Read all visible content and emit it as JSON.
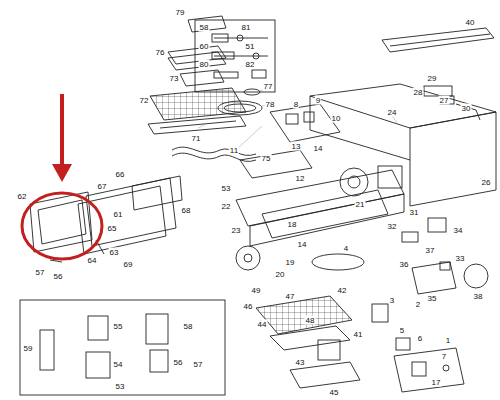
{
  "diagram": {
    "labels": [
      "79",
      "58",
      "81",
      "60",
      "51",
      "80",
      "82",
      "76",
      "73",
      "77",
      "78",
      "72",
      "71",
      "75",
      "40",
      "29",
      "28",
      "27",
      "30",
      "9",
      "10",
      "8",
      "13",
      "14",
      "11",
      "12",
      "24",
      "53",
      "22",
      "23",
      "21",
      "26",
      "31",
      "32",
      "34",
      "37",
      "33",
      "36",
      "35",
      "38",
      "18",
      "14",
      "19",
      "4",
      "20",
      "49",
      "46",
      "47",
      "44",
      "48",
      "42",
      "41",
      "43",
      "45",
      "3",
      "2",
      "1",
      "5",
      "6",
      "7",
      "17",
      "66",
      "67",
      "68",
      "61",
      "62",
      "65",
      "63",
      "64",
      "69",
      "57",
      "56",
      "59",
      "55",
      "58",
      "54",
      "53",
      "56",
      "57"
    ]
  }
}
